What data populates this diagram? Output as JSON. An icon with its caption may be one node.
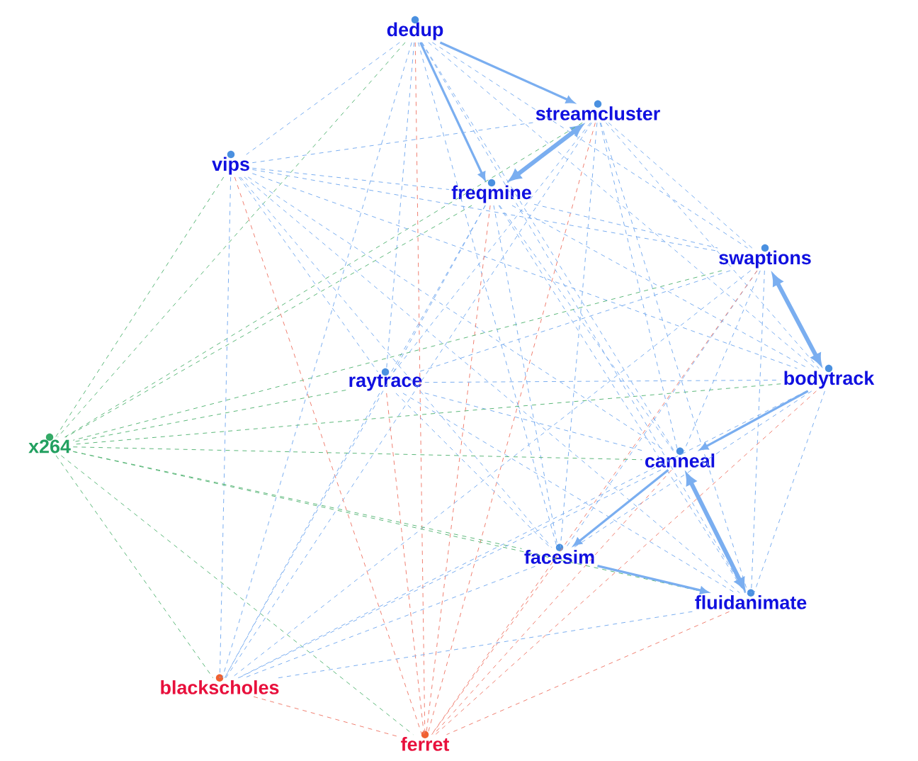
{
  "diagram": {
    "nodes": [
      {
        "text": [
          "dedup"
        ]
      },
      {
        "text": [
          "streamcluster"
        ]
      },
      {
        "text": [
          "vips"
        ]
      },
      {
        "text": [
          "freqmine"
        ]
      },
      {
        "text": [
          "swaptions"
        ]
      },
      {
        "text": [
          "raytrace"
        ]
      },
      {
        "text": [
          "bodytrack"
        ]
      },
      {
        "text": [
          "x264"
        ]
      },
      {
        "text": [
          "canneal"
        ]
      },
      {
        "text": [
          "facesim"
        ]
      },
      {
        "text": [
          "fluidanimate"
        ]
      },
      {
        "text": [
          "blackscholes"
        ]
      },
      {
        "text": [
          "ferret"
        ]
      }
    ],
    "edges": [
      {
        "from": 0,
        "to": 1,
        "arrow": "to"
      },
      {
        "from": 0,
        "to": 2,
        "arrow": "none",
        "style": "dashed"
      },
      {
        "from": 0,
        "to": 3,
        "arrow": "to"
      },
      {
        "from": 0,
        "to": 4,
        "arrow": "none",
        "style": "dashed"
      },
      {
        "from": 0,
        "to": 5,
        "arrow": "none",
        "style": "dashed"
      },
      {
        "from": 0,
        "to": 6,
        "arrow": "none",
        "style": "dashed"
      },
      {
        "from": 0,
        "to": 7,
        "arrow": "none",
        "style": "dashed",
        "color": "#5cb87a"
      },
      {
        "from": 0,
        "to": 8,
        "arrow": "none",
        "style": "dashed"
      },
      {
        "from": 0,
        "to": 9,
        "arrow": "none",
        "style": "dashed"
      },
      {
        "from": 0,
        "to": 10,
        "arrow": "none",
        "style": "dashed"
      },
      {
        "from": 0,
        "to": 11,
        "arrow": "none",
        "style": "dashed"
      },
      {
        "from": 0,
        "to": 12,
        "arrow": "none",
        "style": "dashed",
        "color": "#f08070"
      },
      {
        "from": 1,
        "to": 2,
        "arrow": "none",
        "style": "dashed"
      },
      {
        "from": 1,
        "to": 3,
        "arrow": "both",
        "style": "thick"
      },
      {
        "from": 1,
        "to": 4,
        "arrow": "none",
        "style": "dashed"
      },
      {
        "from": 1,
        "to": 5,
        "arrow": "none",
        "style": "dashed"
      },
      {
        "from": 1,
        "to": 6,
        "arrow": "none",
        "style": "dashed"
      },
      {
        "from": 1,
        "to": 7,
        "arrow": "none",
        "style": "dashed",
        "color": "#5cb87a"
      },
      {
        "from": 1,
        "to": 8,
        "arrow": "none",
        "style": "dashed"
      },
      {
        "from": 1,
        "to": 9,
        "arrow": "none",
        "style": "dashed"
      },
      {
        "from": 1,
        "to": 10,
        "arrow": "none",
        "style": "dashed"
      },
      {
        "from": 1,
        "to": 11,
        "arrow": "none",
        "style": "dashed"
      },
      {
        "from": 1,
        "to": 12,
        "arrow": "none",
        "style": "dashed",
        "color": "#f08070"
      },
      {
        "from": 2,
        "to": 3,
        "arrow": "none",
        "style": "dashed"
      },
      {
        "from": 2,
        "to": 4,
        "arrow": "none",
        "style": "dashed"
      },
      {
        "from": 2,
        "to": 5,
        "arrow": "none",
        "style": "dashed"
      },
      {
        "from": 2,
        "to": 6,
        "arrow": "none",
        "style": "dashed"
      },
      {
        "from": 2,
        "to": 7,
        "arrow": "none",
        "style": "dashed",
        "color": "#5cb87a"
      },
      {
        "from": 2,
        "to": 8,
        "arrow": "none",
        "style": "dashed"
      },
      {
        "from": 2,
        "to": 9,
        "arrow": "none",
        "style": "dashed"
      },
      {
        "from": 2,
        "to": 10,
        "arrow": "none",
        "style": "dashed"
      },
      {
        "from": 2,
        "to": 11,
        "arrow": "none",
        "style": "dashed"
      },
      {
        "from": 2,
        "to": 12,
        "arrow": "none",
        "style": "dashed",
        "color": "#f08070"
      },
      {
        "from": 3,
        "to": 4,
        "arrow": "none",
        "style": "dashed"
      },
      {
        "from": 3,
        "to": 5,
        "arrow": "none",
        "style": "dashed"
      },
      {
        "from": 3,
        "to": 6,
        "arrow": "none",
        "style": "dashed"
      },
      {
        "from": 3,
        "to": 7,
        "arrow": "none",
        "style": "dashed",
        "color": "#5cb87a"
      },
      {
        "from": 3,
        "to": 8,
        "arrow": "none",
        "style": "dashed"
      },
      {
        "from": 3,
        "to": 9,
        "arrow": "none",
        "style": "dashed"
      },
      {
        "from": 3,
        "to": 10,
        "arrow": "none",
        "style": "dashed"
      },
      {
        "from": 3,
        "to": 11,
        "arrow": "none",
        "style": "dashed"
      },
      {
        "from": 3,
        "to": 12,
        "arrow": "none",
        "style": "dashed",
        "color": "#f08070"
      },
      {
        "from": 4,
        "to": 5,
        "arrow": "none",
        "style": "dashed"
      },
      {
        "from": 4,
        "to": 6,
        "arrow": "both",
        "style": "thick"
      },
      {
        "from": 4,
        "to": 7,
        "arrow": "none",
        "style": "dashed",
        "color": "#5cb87a"
      },
      {
        "from": 4,
        "to": 8,
        "arrow": "none",
        "style": "dashed"
      },
      {
        "from": 4,
        "to": 9,
        "arrow": "none",
        "style": "dashed"
      },
      {
        "from": 4,
        "to": 10,
        "arrow": "none",
        "style": "dashed"
      },
      {
        "from": 4,
        "to": 11,
        "arrow": "none",
        "style": "dashed"
      },
      {
        "from": 4,
        "to": 12,
        "arrow": "none",
        "style": "dashed",
        "color": "#f08070"
      },
      {
        "from": 5,
        "to": 6,
        "arrow": "none",
        "style": "dashed"
      },
      {
        "from": 5,
        "to": 7,
        "arrow": "none",
        "style": "dashed",
        "color": "#5cb87a"
      },
      {
        "from": 5,
        "to": 8,
        "arrow": "none",
        "style": "dashed"
      },
      {
        "from": 5,
        "to": 9,
        "arrow": "none",
        "style": "dashed"
      },
      {
        "from": 5,
        "to": 10,
        "arrow": "none",
        "style": "dashed"
      },
      {
        "from": 5,
        "to": 11,
        "arrow": "none",
        "style": "dashed"
      },
      {
        "from": 5,
        "to": 12,
        "arrow": "none",
        "style": "dashed",
        "color": "#f08070"
      },
      {
        "from": 6,
        "to": 7,
        "arrow": "none",
        "style": "dashed",
        "color": "#5cb87a"
      },
      {
        "from": 6,
        "to": 8,
        "arrow": "to"
      },
      {
        "from": 6,
        "to": 9,
        "arrow": "none",
        "style": "dashed"
      },
      {
        "from": 6,
        "to": 10,
        "arrow": "none",
        "style": "dashed"
      },
      {
        "from": 6,
        "to": 11,
        "arrow": "none",
        "style": "dashed"
      },
      {
        "from": 6,
        "to": 12,
        "arrow": "none",
        "style": "dashed",
        "color": "#f08070"
      },
      {
        "from": 7,
        "to": 8,
        "arrow": "none",
        "style": "dashed",
        "color": "#5cb87a"
      },
      {
        "from": 7,
        "to": 9,
        "arrow": "none",
        "style": "dashed",
        "color": "#5cb87a"
      },
      {
        "from": 7,
        "to": 10,
        "arrow": "none",
        "style": "dashed",
        "color": "#5cb87a"
      },
      {
        "from": 7,
        "to": 11,
        "arrow": "none",
        "style": "dashed",
        "color": "#5cb87a"
      },
      {
        "from": 7,
        "to": 12,
        "arrow": "none",
        "style": "dashed",
        "color": "#5cb87a"
      },
      {
        "from": 8,
        "to": 9,
        "arrow": "to"
      },
      {
        "from": 8,
        "to": 10,
        "arrow": "both",
        "style": "thick"
      },
      {
        "from": 8,
        "to": 11,
        "arrow": "none",
        "style": "dashed"
      },
      {
        "from": 8,
        "to": 12,
        "arrow": "none",
        "style": "dashed",
        "color": "#f08070"
      },
      {
        "from": 9,
        "to": 10,
        "arrow": "to"
      },
      {
        "from": 9,
        "to": 11,
        "arrow": "none",
        "style": "dashed"
      },
      {
        "from": 9,
        "to": 12,
        "arrow": "none",
        "style": "dashed",
        "color": "#f08070"
      },
      {
        "from": 10,
        "to": 11,
        "arrow": "none",
        "style": "dashed"
      },
      {
        "from": 10,
        "to": 12,
        "arrow": "none",
        "style": "dashed",
        "color": "#f08070"
      },
      {
        "from": 11,
        "to": 12,
        "arrow": "none",
        "style": "dashed",
        "color": "#f08070"
      }
    ]
  }
}
